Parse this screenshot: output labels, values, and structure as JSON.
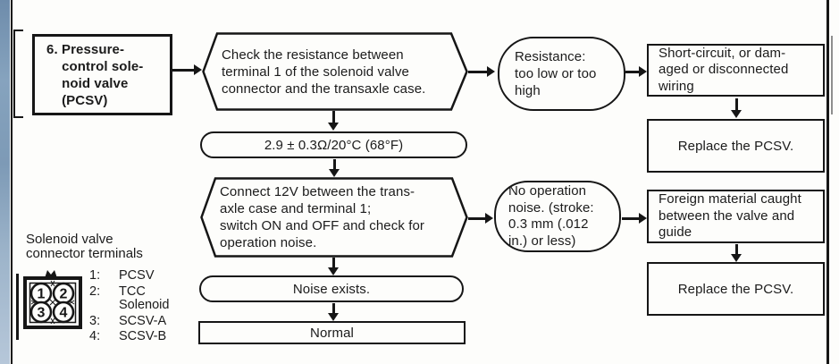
{
  "page": {
    "kind": "scanned service manual flowchart",
    "colors": {
      "ink": "#161616",
      "paper": "#fdfdfb",
      "sidebar_top": "#6e8cab",
      "sidebar_bottom": "#b6c7d9",
      "artifact_gray": "#8e8e8e"
    }
  },
  "flowchart": {
    "step_box": {
      "label": "6. Pressure-\n    control sole-\n    noid valve\n    (PCSV)"
    },
    "check1": {
      "text": "Check the resistance between\nterminal 1 of the solenoid valve\nconnector and the transaxle case."
    },
    "result1": {
      "text": "Resistance:\ntoo low or too\nhigh"
    },
    "cause1": {
      "text": "Short-circuit, or dam-\naged or disconnected\nwiring"
    },
    "action1": {
      "text": "Replace the PCSV."
    },
    "spec": {
      "text": "2.9 ± 0.3Ω/20°C (68°F)"
    },
    "check2": {
      "text": "Connect 12V between the trans-\naxle case and terminal 1;\nswitch ON and OFF and check for\noperation noise."
    },
    "result2": {
      "text": "No operation\nnoise. (stroke:\n0.3 mm (.012\nin.) or less)"
    },
    "cause2": {
      "text": "Foreign material caught\nbetween the valve and\nguide"
    },
    "action2": {
      "text": "Replace the PCSV."
    },
    "ok_node": {
      "text": "Noise exists."
    },
    "final_node": {
      "text": "Normal"
    }
  },
  "connector": {
    "caption": "Solenoid valve\nconnector terminals",
    "terminals": [
      "1",
      "2",
      "3",
      "4"
    ],
    "legend": [
      {
        "num": "1:",
        "name": "PCSV"
      },
      {
        "num": "2:",
        "name": "TCC\nSolenoid"
      },
      {
        "num": "3:",
        "name": "SCSV-A"
      },
      {
        "num": "4:",
        "name": "SCSV-B"
      }
    ]
  }
}
